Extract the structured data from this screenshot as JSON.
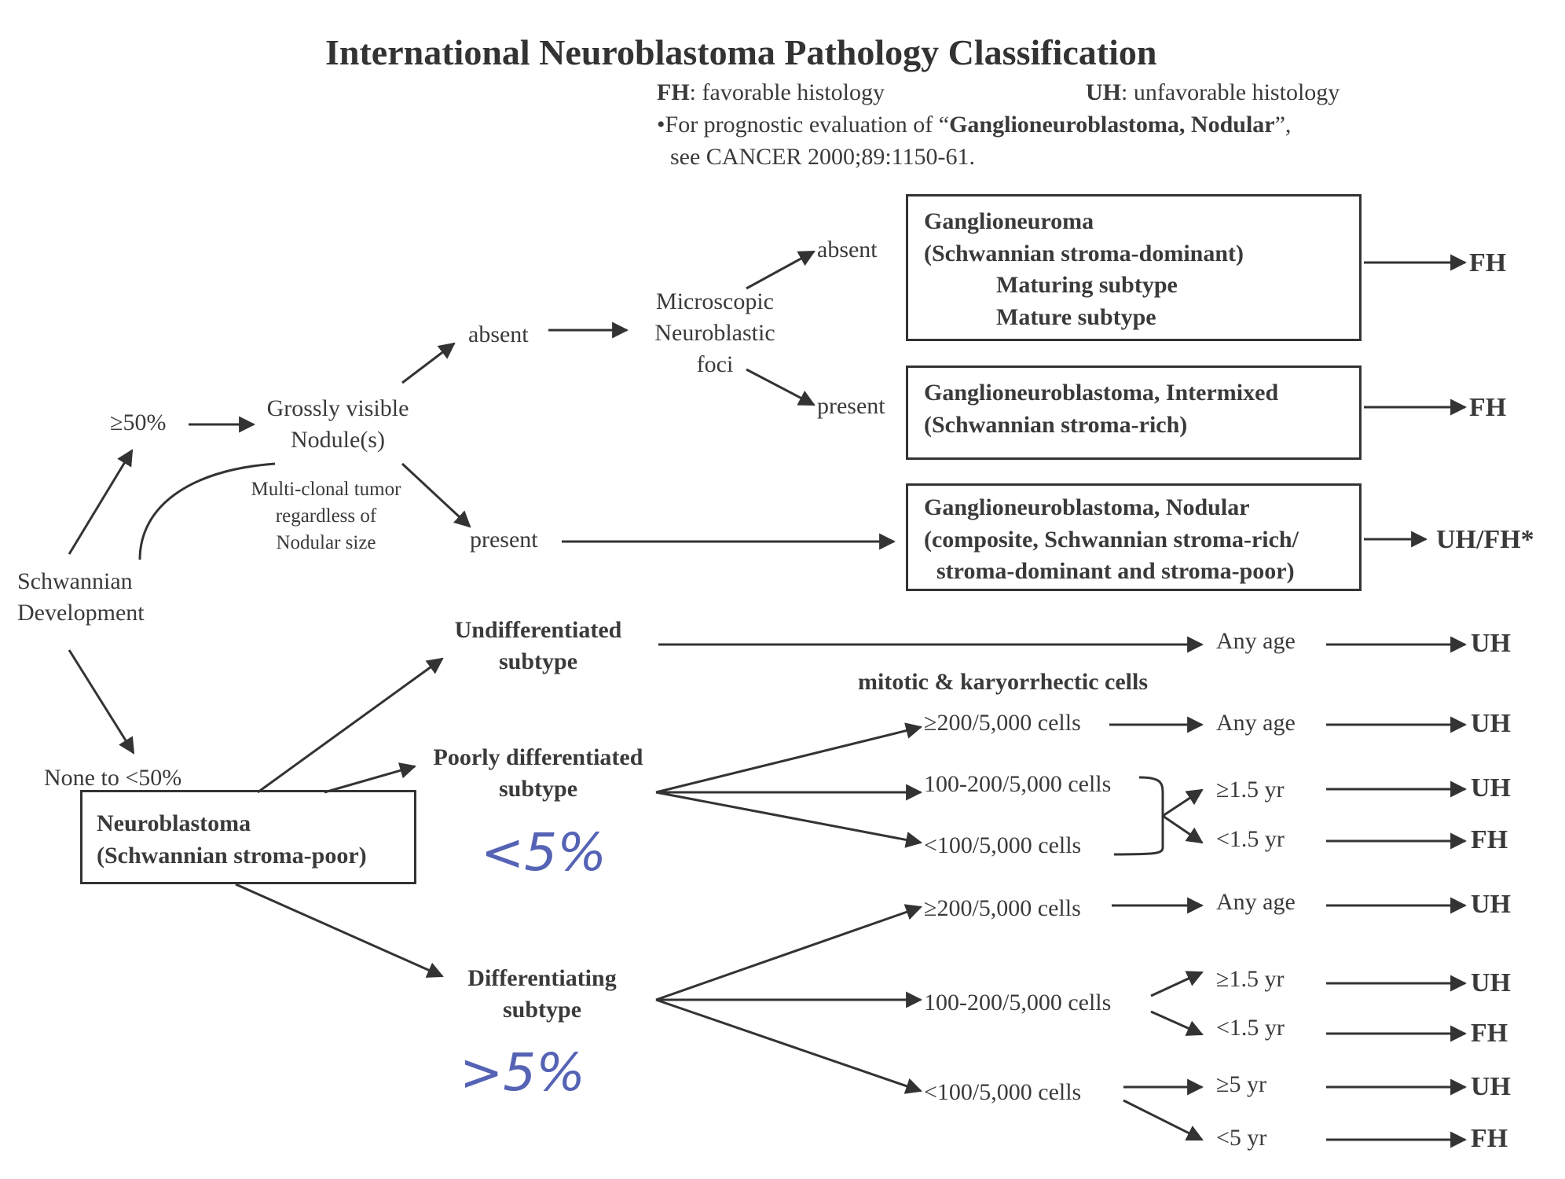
{
  "title": "International Neuroblastoma Pathology Classification",
  "legend": {
    "fh_abbr": "FH",
    "fh_text": ": favorable histology",
    "uh_abbr": "UH",
    "uh_text": ": unfavorable histology",
    "note_prefix": "•For prognostic evaluation of “",
    "note_bold": "Ganglioneuroblastoma, Nodular",
    "note_suffix": "”,",
    "note_line2": "see CANCER 2000;89:1150-61."
  },
  "root": {
    "line1": "Schwannian",
    "line2": "Development"
  },
  "ge50": "≥50%",
  "gross": {
    "line1": "Grossly visible",
    "line2": "Nodule(s)"
  },
  "multiclonal": {
    "line1": "Multi-clonal tumor",
    "line2": "regardless of",
    "line3": "Nodular size"
  },
  "nodule_absent": "absent",
  "nodule_present": "present",
  "micro": {
    "line1": "Microscopic",
    "line2": "Neuroblastic",
    "line3": "foci"
  },
  "micro_absent": "absent",
  "micro_present": "present",
  "box_gn": {
    "line1": "Ganglioneuroma",
    "line2": "(Schwannian stroma-dominant)",
    "line3": "Maturing subtype",
    "line4": "Mature subtype"
  },
  "box_gnbi": {
    "line1": "Ganglioneuroblastoma, Intermixed",
    "line2": "(Schwannian stroma-rich)"
  },
  "box_gnbn": {
    "line1": "Ganglioneuroblastoma, Nodular",
    "line2": "(composite, Schwannian stroma-rich/",
    "line3": "stroma-dominant and stroma-poor)"
  },
  "res_gn": "FH",
  "res_gnbi": "FH",
  "res_gnbn": "UH/FH*",
  "lt50": "None to <50%",
  "box_nb": {
    "line1": "Neuroblastoma",
    "line2": "(Schwannian stroma-poor)"
  },
  "undiff": {
    "line1": "Undifferentiated",
    "line2": "subtype",
    "age": "Any age",
    "res": "UH"
  },
  "mitotic_header": "mitotic & karyorrhectic cells",
  "poor": {
    "line1": "Poorly differentiated",
    "line2": "subtype",
    "mkc_high": "≥200/5,000 cells",
    "age_high": "Any age",
    "res_high": "UH",
    "mkc_mid": "100-200/5,000 cells",
    "mkc_low": "<100/5,000 cells",
    "age_ge": "≥1.5 yr",
    "res_ge": "UH",
    "age_lt": "<1.5 yr",
    "res_lt": "FH"
  },
  "diff": {
    "line1": "Differentiating",
    "line2": "subtype",
    "mkc_high": "≥200/5,000 cells",
    "age_high": "Any age",
    "res_high": "UH",
    "mkc_mid": "100-200/5,000 cells",
    "age_mid_ge": "≥1.5 yr",
    "res_mid_ge": "UH",
    "age_mid_lt": "<1.5 yr",
    "res_mid_lt": "FH",
    "mkc_low": "<100/5,000 cells",
    "age_low_ge": "≥5 yr",
    "res_low_ge": "UH",
    "age_low_lt": "<5 yr",
    "res_low_lt": "FH"
  },
  "handwritten_poor": "<5%",
  "handwritten_diff": ">5%"
}
